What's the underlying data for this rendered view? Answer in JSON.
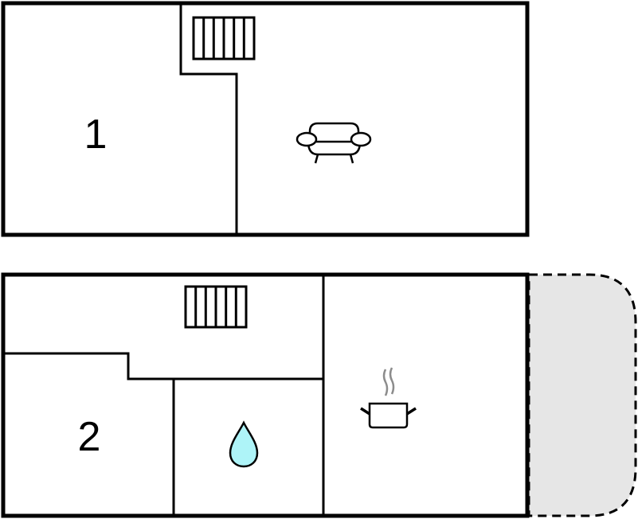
{
  "floors": [
    {
      "name": "upper-floor",
      "rooms": [
        {
          "id": "bedroom",
          "label": "1",
          "icon": null
        },
        {
          "id": "living-room",
          "label": "",
          "icon": "armchair-icon"
        }
      ],
      "fixtures": [
        "radiator-icon"
      ]
    },
    {
      "name": "lower-floor",
      "rooms": [
        {
          "id": "bedroom",
          "label": "2",
          "icon": null
        },
        {
          "id": "bathroom",
          "label": "",
          "icon": "water-drop-icon"
        },
        {
          "id": "kitchen",
          "label": "",
          "icon": "cooking-pot-icon"
        },
        {
          "id": "hallway",
          "label": "",
          "icon": "radiator-icon"
        },
        {
          "id": "terrace",
          "label": "",
          "icon": null
        }
      ]
    }
  ],
  "labels": {
    "room1": "1",
    "room2": "2"
  },
  "colors": {
    "wall": "#000000",
    "background": "#ffffff",
    "terrace_fill": "#e6e6e6",
    "water_drop_fill": "#aef4f8",
    "steam": "#8c8c8c"
  }
}
